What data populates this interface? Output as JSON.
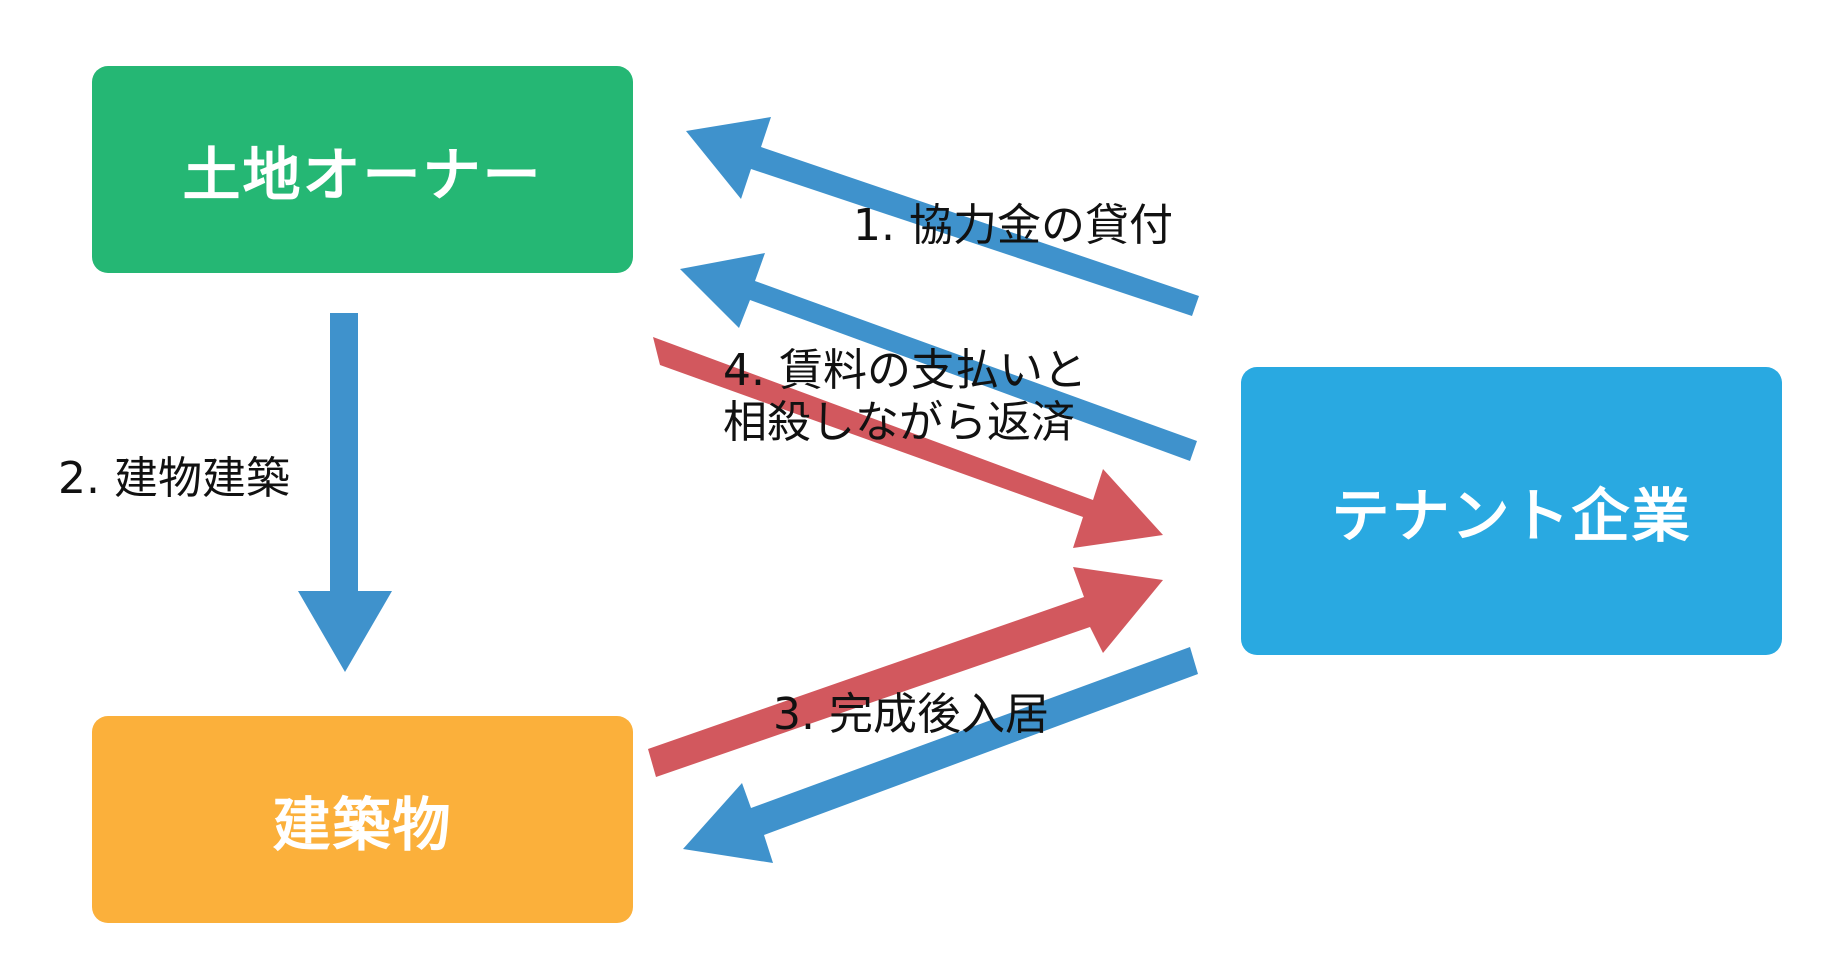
{
  "colors": {
    "owner_box": "#25B774",
    "building_box": "#FBB03B",
    "tenant_box": "#29A9E1",
    "blue_arrow": "#3F92CC",
    "red_arrow": "#D2585E"
  },
  "nodes": {
    "owner": "土地オーナー",
    "building": "建築物",
    "tenant": "テナント企業"
  },
  "labels": {
    "loan": "1. 協力金の貸付",
    "construction": "2. 建物建築",
    "move_in": "3. 完成後入居",
    "repay_line1": "4. 賃料の支払いと",
    "repay_line2": "相殺しながら返済"
  }
}
